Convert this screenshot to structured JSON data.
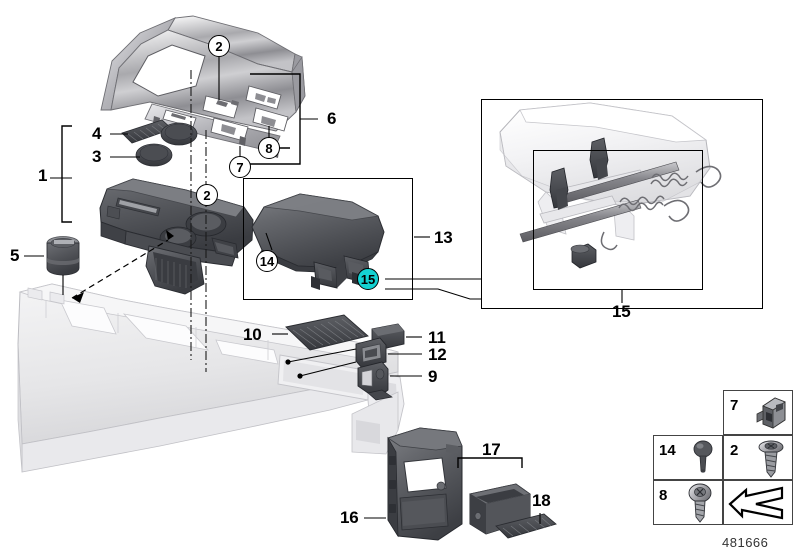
{
  "diagram": {
    "drawing_number": "481666",
    "highlight_color": "#14d2d2"
  },
  "callouts": [
    {
      "id": "c1",
      "label": "1",
      "style": "plain"
    },
    {
      "id": "c2a",
      "label": "2",
      "style": "circled"
    },
    {
      "id": "c2b",
      "label": "2",
      "style": "circled"
    },
    {
      "id": "c3",
      "label": "3",
      "style": "plain"
    },
    {
      "id": "c4",
      "label": "4",
      "style": "plain"
    },
    {
      "id": "c5",
      "label": "5",
      "style": "plain"
    },
    {
      "id": "c6",
      "label": "6",
      "style": "plain"
    },
    {
      "id": "c7",
      "label": "7",
      "style": "circled"
    },
    {
      "id": "c8",
      "label": "8",
      "style": "circled"
    },
    {
      "id": "c9",
      "label": "9",
      "style": "plain"
    },
    {
      "id": "c10",
      "label": "10",
      "style": "plain"
    },
    {
      "id": "c11",
      "label": "11",
      "style": "plain"
    },
    {
      "id": "c12",
      "label": "12",
      "style": "plain"
    },
    {
      "id": "c13",
      "label": "13",
      "style": "plain"
    },
    {
      "id": "c14",
      "label": "14",
      "style": "circled"
    },
    {
      "id": "c15",
      "label": "15",
      "style": "circled-highlight"
    },
    {
      "id": "c15b",
      "label": "15",
      "style": "plain"
    },
    {
      "id": "c16",
      "label": "16",
      "style": "plain"
    },
    {
      "id": "c17",
      "label": "17",
      "style": "plain"
    },
    {
      "id": "c18",
      "label": "18",
      "style": "plain"
    }
  ],
  "legend": {
    "cells": [
      {
        "number": "7",
        "part": "clip-icon"
      },
      {
        "number": "14",
        "part": "rivet-pin-icon"
      },
      {
        "number": "2",
        "part": "flat-head-screw-icon"
      },
      {
        "number": "8",
        "part": "pan-head-screw-icon"
      },
      {
        "number": "",
        "part": "arrow-symbol-icon"
      }
    ]
  }
}
